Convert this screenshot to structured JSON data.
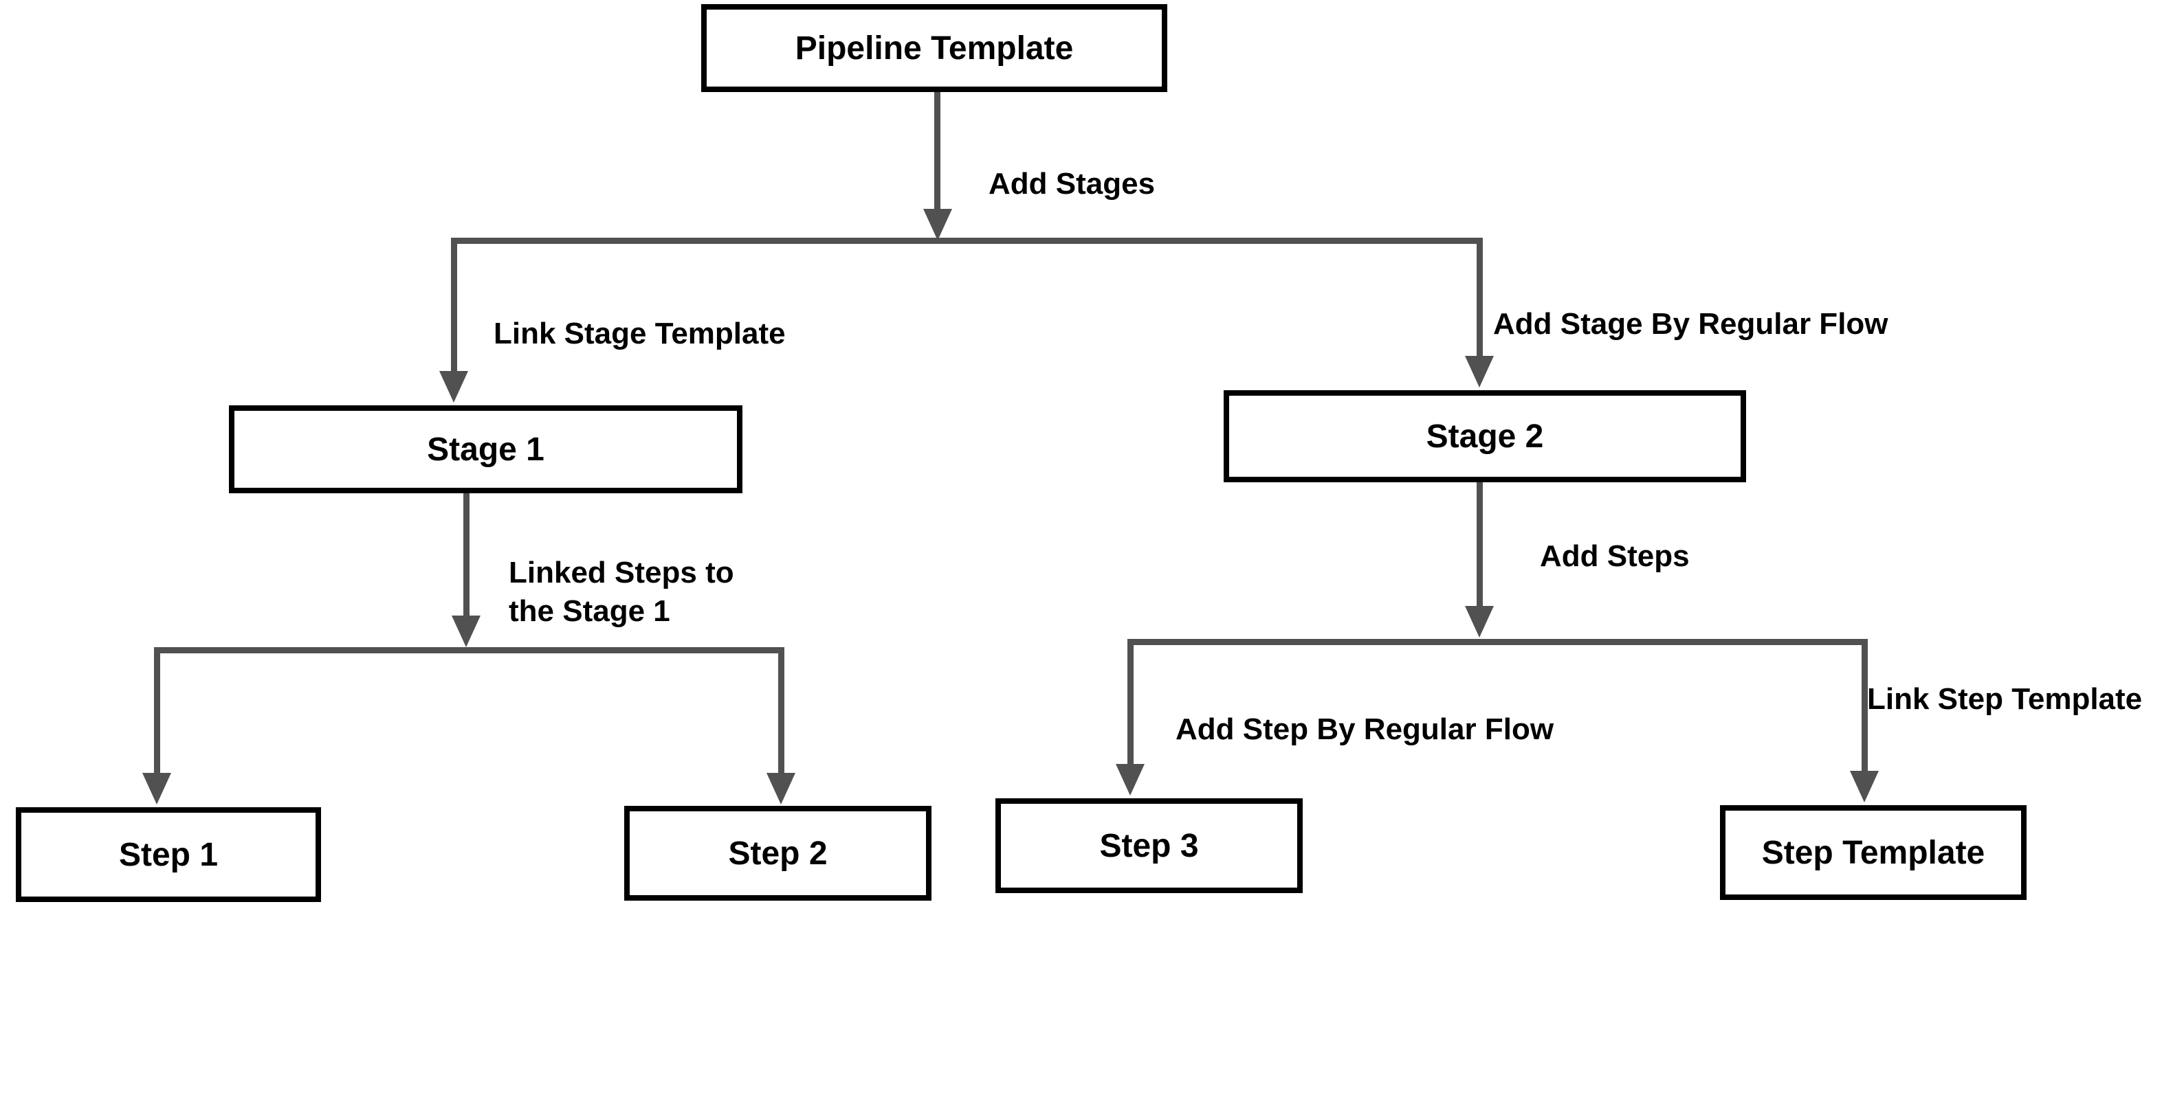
{
  "nodes": {
    "pipeline_template": {
      "label": "Pipeline Template"
    },
    "stage_1": {
      "label": "Stage 1"
    },
    "stage_2": {
      "label": "Stage 2"
    },
    "step_1": {
      "label": "Step 1"
    },
    "step_2": {
      "label": "Step 2"
    },
    "step_3": {
      "label": "Step 3"
    },
    "step_template": {
      "label": "Step Template"
    }
  },
  "edge_labels": {
    "add_stages": "Add Stages",
    "link_stage_template": "Link Stage Template",
    "add_stage_by_regular_flow": "Add Stage By Regular Flow",
    "linked_steps_to_the_stage_1": "Linked Steps to\nthe Stage 1",
    "add_steps": "Add Steps",
    "add_step_by_regular_flow": "Add Step By Regular Flow",
    "link_step_template": "Link Step Template"
  },
  "colors": {
    "background": "#ffffff",
    "box_fill": "#ffffff",
    "box_border": "#000000",
    "connector": "#515151",
    "text": "#000000"
  }
}
